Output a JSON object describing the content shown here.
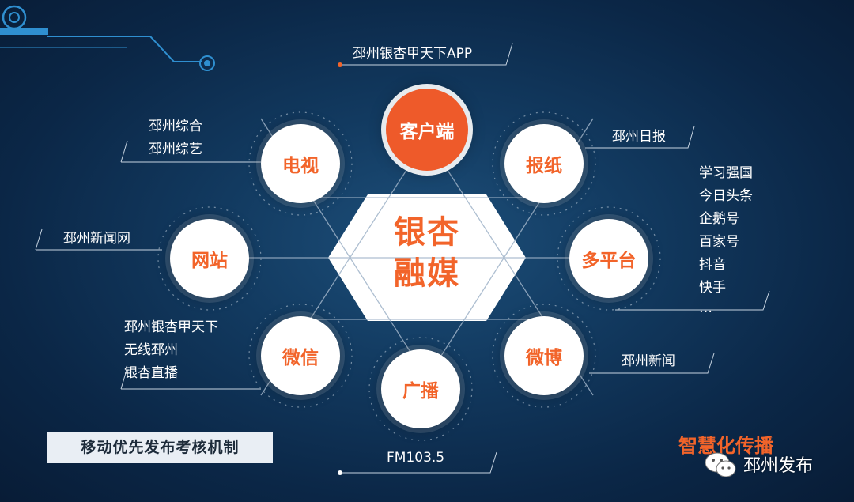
{
  "hub": {
    "line1": "银杏",
    "line2": "融媒"
  },
  "nodes": {
    "client": "客户端",
    "tv": "电视",
    "newspaper": "报纸",
    "website": "网站",
    "multi": "多平台",
    "wechat": "微信",
    "weibo": "微博",
    "radio": "广播"
  },
  "labels": {
    "client": [
      "邳州银杏甲天下APP"
    ],
    "tv": [
      "邳州综合",
      "邳州综艺"
    ],
    "newspaper": [
      "邳州日报"
    ],
    "website": [
      "邳州新闻网"
    ],
    "multi": [
      "学习强国",
      "今日头条",
      "企鹅号",
      "百家号",
      "抖音",
      "快手",
      "…"
    ],
    "wechat": [
      "邳州银杏甲天下",
      "无线邳州",
      "银杏直播"
    ],
    "weibo": [
      "邳州新闻"
    ],
    "radio": [
      "FM103.5"
    ]
  },
  "banner": "移动优先发布考核机制",
  "tagline": "智慧化传播",
  "brand": "邳州发布",
  "colors": {
    "accent": "#f2642a",
    "background": "#0b2747",
    "line": "#9fb3c8"
  }
}
